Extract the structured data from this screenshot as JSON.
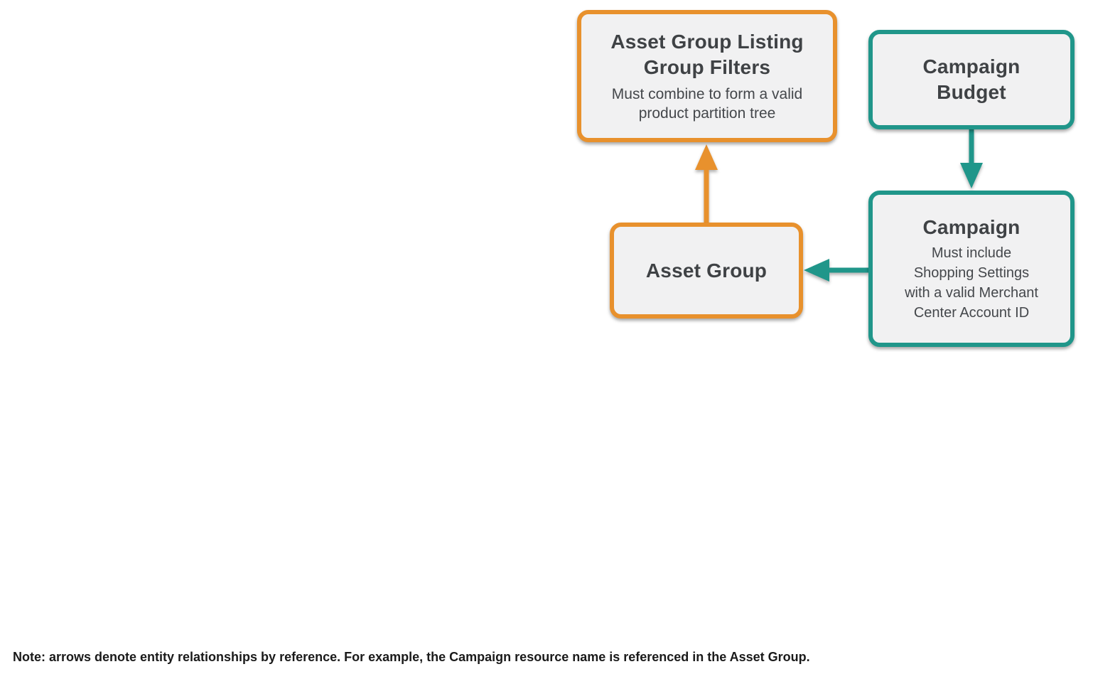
{
  "colors": {
    "orange": "#E8912D",
    "teal": "#20968A",
    "box_background": "#F1F1F2",
    "title_text": "#3F4245",
    "subtitle_text": "#44474B",
    "note_text": "#1A1A1A"
  },
  "diagram": {
    "nodes": [
      {
        "id": "asset-group-listing-group-filters",
        "title": "Asset Group Listing Group Filters",
        "subtitle": "Must combine to form a valid product partition tree",
        "accent": "orange"
      },
      {
        "id": "campaign-budget",
        "title": "Campaign Budget",
        "subtitle": "",
        "accent": "teal"
      },
      {
        "id": "asset-group",
        "title": "Asset Group",
        "subtitle": "",
        "accent": "orange"
      },
      {
        "id": "campaign",
        "title": "Campaign",
        "subtitle": "Must include Shopping Settings with a valid Merchant Center Account ID",
        "accent": "teal"
      }
    ],
    "edges": [
      {
        "from": "asset-group",
        "to": "asset-group-listing-group-filters",
        "color": "orange",
        "direction": "up"
      },
      {
        "from": "campaign-budget",
        "to": "campaign",
        "color": "teal",
        "direction": "down"
      },
      {
        "from": "campaign",
        "to": "asset-group",
        "color": "teal",
        "direction": "left"
      }
    ]
  },
  "note": "Note: arrows denote entity relationships by reference. For example, the Campaign resource name is referenced in the Asset Group."
}
